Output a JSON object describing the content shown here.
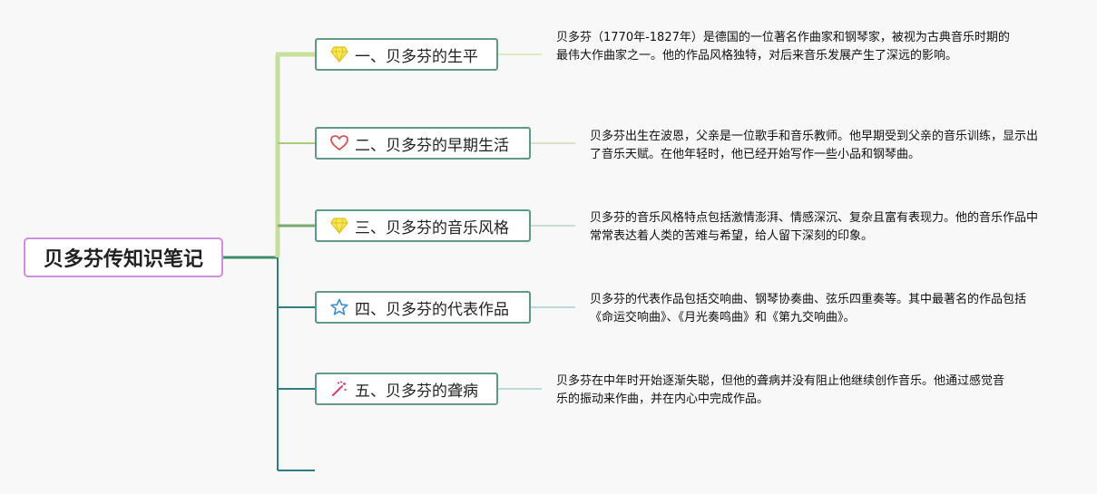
{
  "root": {
    "title": "贝多芬传知识笔记"
  },
  "branches": [
    {
      "icon": "diamond-icon",
      "title": "一、贝多芬的生平",
      "note": "贝多芬（1770年-1827年）是德国的一位著名作曲家和钢琴家，被视为古典音乐时期的最伟大作曲家之一。他的作品风格独特，对后来音乐发展产生了深远的影响。"
    },
    {
      "icon": "heart-icon",
      "title": "二、贝多芬的早期生活",
      "note": "贝多芬出生在波恩，父亲是一位歌手和音乐教师。他早期受到父亲的音乐训练，显示出了音乐天赋。在他年轻时，他已经开始写作一些小品和钢琴曲。"
    },
    {
      "icon": "diamond-icon",
      "title": "三、贝多芬的音乐风格",
      "note": "贝多芬的音乐风格特点包括激情澎湃、情感深沉、复杂且富有表现力。他的音乐作品中常常表达着人类的苦难与希望，给人留下深刻的印象。"
    },
    {
      "icon": "star-icon",
      "title": "四、贝多芬的代表作品",
      "note": "贝多芬的代表作品包括交响曲、钢琴协奏曲、弦乐四重奏等。其中最著名的作品包括《命运交响曲》、《月光奏鸣曲》和《第九交响曲》。"
    },
    {
      "icon": "magic-wand-icon",
      "title": "五、贝多芬的聋病",
      "note": "贝多芬在中年时开始逐渐失聪，但他的聋病并没有阻止他继续创作音乐。他通过感觉音乐的振动来作曲，并在内心中完成作品。"
    }
  ],
  "colors": {
    "root_border": "#cf8fdc",
    "node_border": "#5d9a88",
    "trunk_top": "#c2df9a",
    "trunk_bottom": "#2e7b82",
    "diamond": "#f2de3a",
    "heart": "#e0524f",
    "star": "#3a8fd2",
    "wand": "#e23b6e"
  }
}
